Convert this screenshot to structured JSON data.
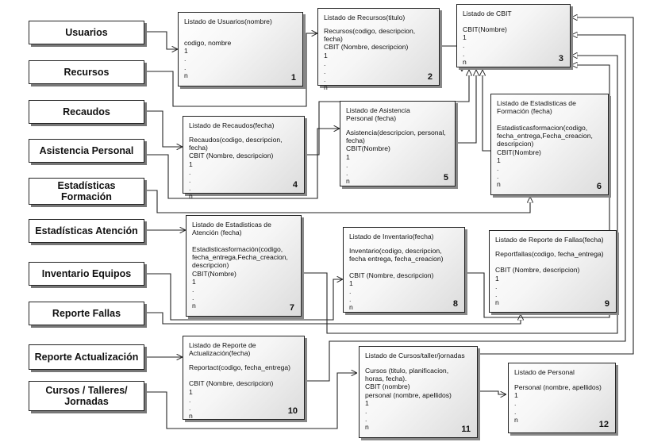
{
  "sources": [
    {
      "id": "usuarios",
      "label": "Usuarios"
    },
    {
      "id": "recursos",
      "label": "Recursos"
    },
    {
      "id": "recaudos",
      "label": "Recaudos"
    },
    {
      "id": "asistencia",
      "label": "Asistencia Personal"
    },
    {
      "id": "estad_formacion",
      "label": "Estadísticas\nFormación"
    },
    {
      "id": "estad_atencion",
      "label": "Estadísticas Atención"
    },
    {
      "id": "inventario",
      "label": "Inventario Equipos"
    },
    {
      "id": "reporte_fallas",
      "label": "Reporte Fallas"
    },
    {
      "id": "reporte_act",
      "label": "Reporte Actualización"
    },
    {
      "id": "cursos",
      "label": "Cursos / Talleres/\nJornadas"
    }
  ],
  "tables": [
    {
      "num": "1",
      "title": "Listado de Usuarios(nombre)",
      "fields": "codigo, nombre\n1\n.\n.\nn"
    },
    {
      "num": "2",
      "title": "Listado de Recursos(titulo)",
      "fields": "Recursos(codigo, descripcion,\nfecha)\nCBIT (Nombre, descripcion)\n1\n.\n.\n.\nn"
    },
    {
      "num": "3",
      "title": "Listado de CBIT",
      "fields": "CBIT(Nombre)\n1\n.\n.\nn"
    },
    {
      "num": "4",
      "title": "Listado de Recaudos(fecha)",
      "fields": "Recaudos(codigo, descripcion,\nfecha)\nCBIT (Nombre, descripcion)\n1\n.\n.\n.\nn"
    },
    {
      "num": "5",
      "title": "Listado de Asistencia\nPersonal (fecha)",
      "fields": "Asistencia(descripcion, personal,\nfecha)\nCBIT(Nombre)\n1\n.\n.\nn"
    },
    {
      "num": "6",
      "title": "Listado de Estadisticas de\nFormación (fecha)",
      "fields": "Estadisticasformacion(codigo,\nfecha_entrega,Fecha_creacion,\ndescripcion)\nCBIT(Nombre)\n1\n.\n.\nn"
    },
    {
      "num": "7",
      "title": "Listado de Estadisticas de\nAtención (fecha)",
      "fields": "Estadisticasformación(codigo,\nfecha_entrega,Fecha_creacion,\ndescripcion)\nCBIT(Nombre)\n1\n.\n.\nn"
    },
    {
      "num": "8",
      "title": "Listado de Inventario(fecha)",
      "fields": "Inventario(codigo, descripcion,\nfecha entrega, fecha_creacion)\n\nCBIT (Nombre, descripcion)\n1\n.\n.\nn"
    },
    {
      "num": "9",
      "title": "Listado de Reporte de Fallas(fecha)",
      "fields": "Reportfallas(codigo, fecha_entrega)\n\nCBIT (Nombre, descripcion)\n1\n.\n.\nn"
    },
    {
      "num": "10",
      "title": "Listado de Reporte de\nActualización(fecha)",
      "fields": "Reportact(codigo, fecha_entrega)\n\nCBIT (Nombre, descripcion)\n1\n.\n.\nn"
    },
    {
      "num": "11",
      "title": "Listado de Cursos/taller/jornadas",
      "fields": "Cursos (titulo, planificacion,\nhoras, fecha).\nCBIT (nombre)\npersonal (nombre, apellidos)\n1\n.\n.\nn"
    },
    {
      "num": "12",
      "title": "Listado de Personal",
      "fields": "Personal (nombre, apellidos)\n1\n.\n.\nn"
    }
  ]
}
